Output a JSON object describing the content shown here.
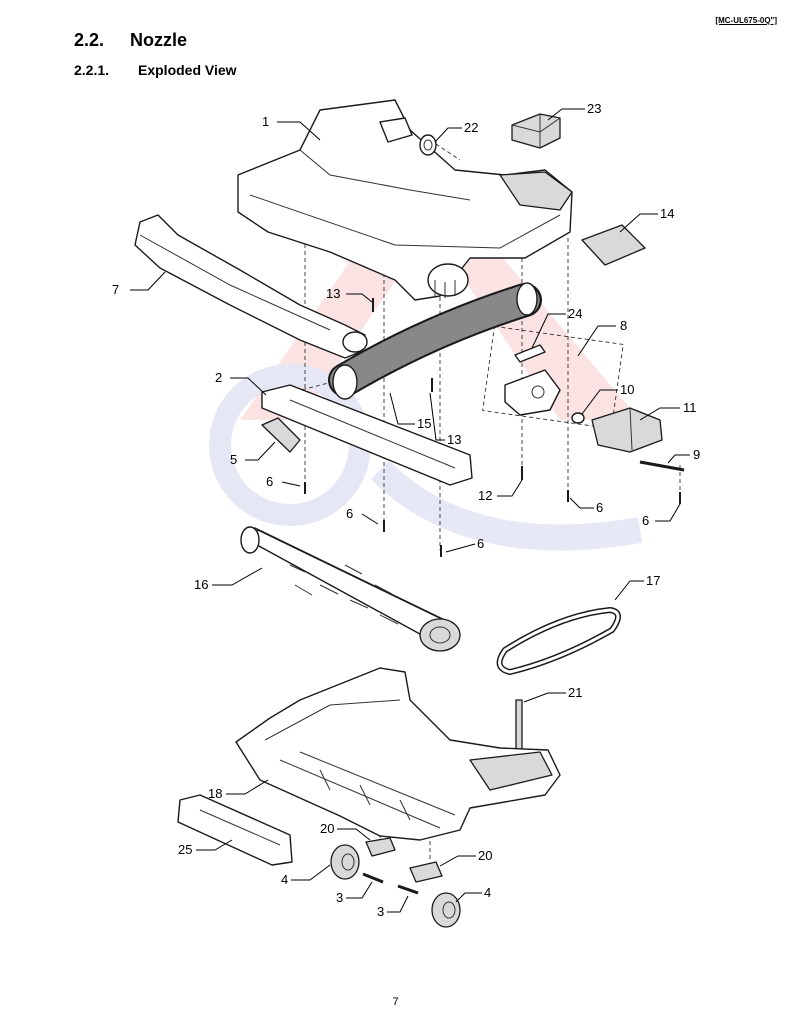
{
  "document": {
    "code": "[MC-UL675-0Q\"]",
    "page_number": "7"
  },
  "headings": {
    "section_number": "2.2.",
    "section_title": "Nozzle",
    "subsection_number": "2.2.1.",
    "subsection_title": "Exploded View"
  },
  "callouts": {
    "c1": "1",
    "c22": "22",
    "c23": "23",
    "c14": "14",
    "c7": "7",
    "c13a": "13",
    "c24": "24",
    "c8": "8",
    "c2": "2",
    "c10": "10",
    "c11": "11",
    "c15": "15",
    "c13b": "13",
    "c5": "5",
    "c9": "9",
    "c6a": "6",
    "c12": "12",
    "c6b": "6",
    "c6c": "6",
    "c6d": "6",
    "c6e": "6",
    "c16": "16",
    "c17": "17",
    "c21": "21",
    "c18": "18",
    "c20a": "20",
    "c25": "25",
    "c20b": "20",
    "c4a": "4",
    "c3a": "3",
    "c3b": "3",
    "c4b": "4"
  },
  "colors": {
    "line": "#1a1a1a",
    "watermark_red": "#e23030",
    "watermark_blue": "#3f51b5"
  }
}
